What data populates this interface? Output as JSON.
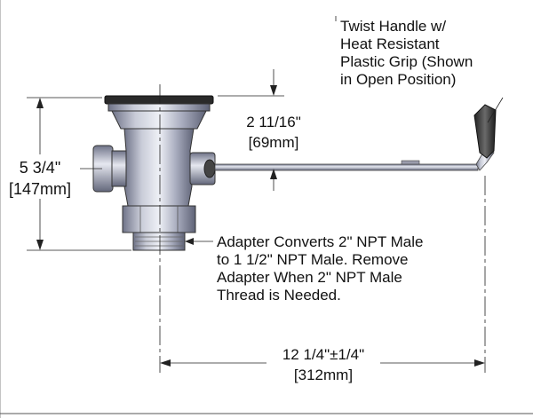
{
  "diagram": {
    "callouts": {
      "handle": [
        "Twist Handle w/",
        "Heat Resistant",
        "Plastic Grip (Shown",
        "in Open Position)"
      ],
      "adapter": [
        "Adapter Converts 2\" NPT Male",
        "to 1 1/2\" NPT Male. Remove",
        "Adapter When 2\" NPT Male",
        "Thread is Needed."
      ]
    },
    "dimensions": {
      "height": {
        "imperial": "5 3/4\"",
        "metric": "[147mm]"
      },
      "offset": {
        "imperial": "2 11/16\"",
        "metric": "[69mm]"
      },
      "length": {
        "imperial": "12 1/4\"±1/4\"",
        "metric": "[312mm]"
      }
    }
  }
}
